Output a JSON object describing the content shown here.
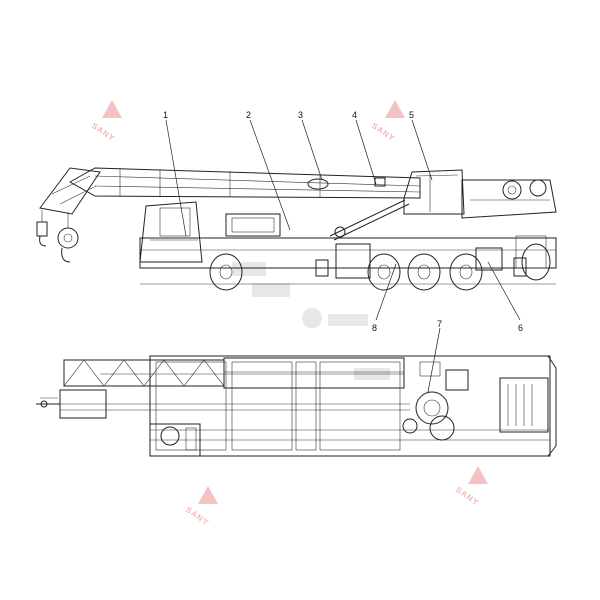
{
  "callouts": [
    {
      "id": 1,
      "label": "1"
    },
    {
      "id": 2,
      "label": "2"
    },
    {
      "id": 3,
      "label": "3"
    },
    {
      "id": 4,
      "label": "4"
    },
    {
      "id": 5,
      "label": "5"
    },
    {
      "id": 6,
      "label": "6"
    },
    {
      "id": 7,
      "label": "7"
    },
    {
      "id": 8,
      "label": "8"
    }
  ],
  "watermark": {
    "brand": "SANY",
    "color": "#f4c2c2"
  },
  "colors": {
    "line": "#222222",
    "background": "#ffffff"
  }
}
